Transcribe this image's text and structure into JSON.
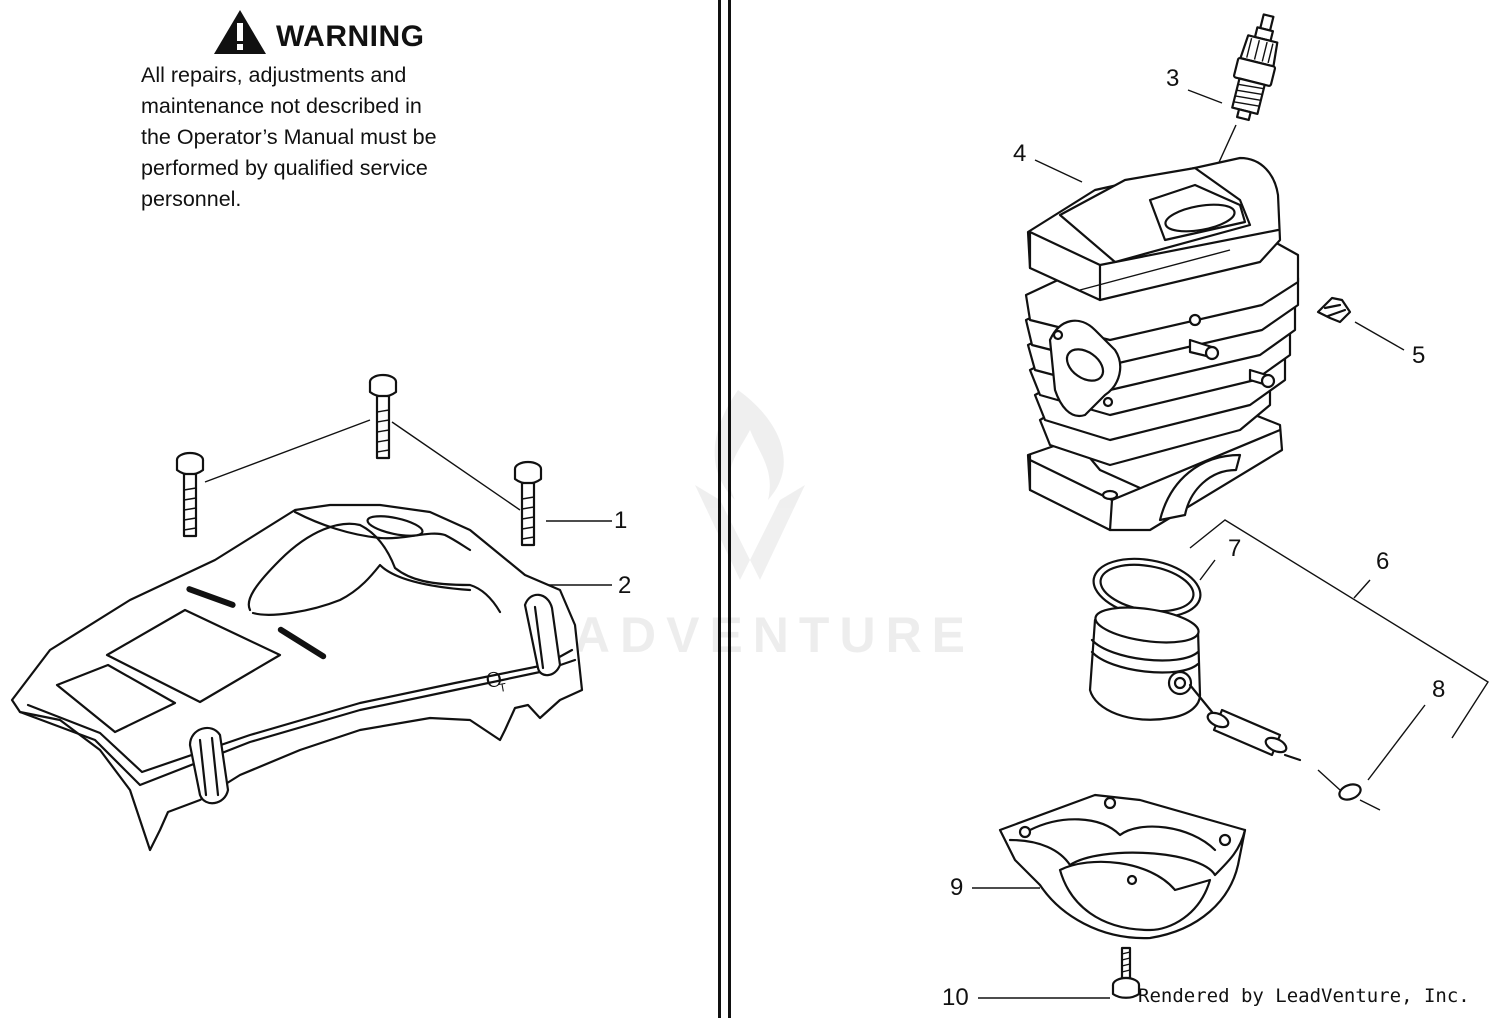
{
  "warning": {
    "title": "WARNING",
    "lines": [
      "All repairs, adjustments and",
      "maintenance not described in",
      "the Operator’s Manual must be",
      "performed by qualified service",
      "personnel."
    ]
  },
  "callouts": {
    "c1": "1",
    "c2": "2",
    "c3": "3",
    "c4": "4",
    "c5": "5",
    "c6": "6",
    "c7": "7",
    "c8": "8",
    "c9": "9",
    "c10": "10"
  },
  "watermark": "LEADVENTURE",
  "render_credit": "Rendered by LeadVenture, Inc."
}
